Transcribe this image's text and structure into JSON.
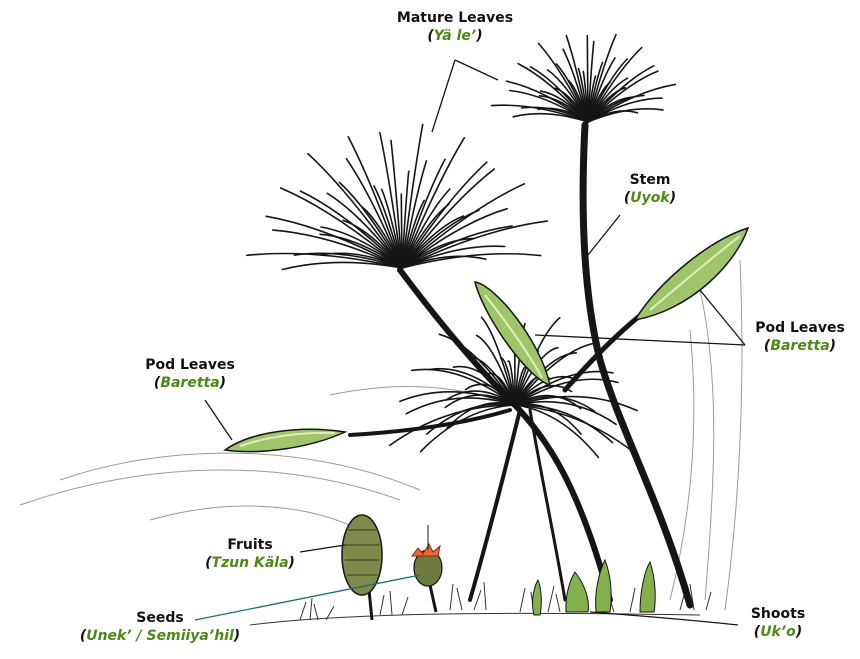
{
  "colors": {
    "ink": "#151515",
    "local_name": "#4a8a16",
    "pod_fill": "#9fc46a",
    "pod_highlight": "#dfeeb8",
    "shoot_fill": "#86b04c",
    "fruit_fill": "#7f8a4a",
    "seed_fill": "#e8663a",
    "seed_leader": "#1a7070"
  },
  "labels": {
    "mature_leaves": {
      "name": "Mature Leaves",
      "local": "Yä le’"
    },
    "stem": {
      "name": "Stem",
      "local": "Uyok"
    },
    "pod_leaves_right": {
      "name": "Pod Leaves",
      "local": "Baretta"
    },
    "pod_leaves_left": {
      "name": "Pod Leaves",
      "local": "Baretta"
    },
    "fruits": {
      "name": "Fruits",
      "local": "Tzun Käla"
    },
    "seeds": {
      "name": "Seeds",
      "local": "Unek’ / Semiiya’hil"
    },
    "shoots": {
      "name": "Shoots",
      "local": "Uk’o"
    }
  }
}
